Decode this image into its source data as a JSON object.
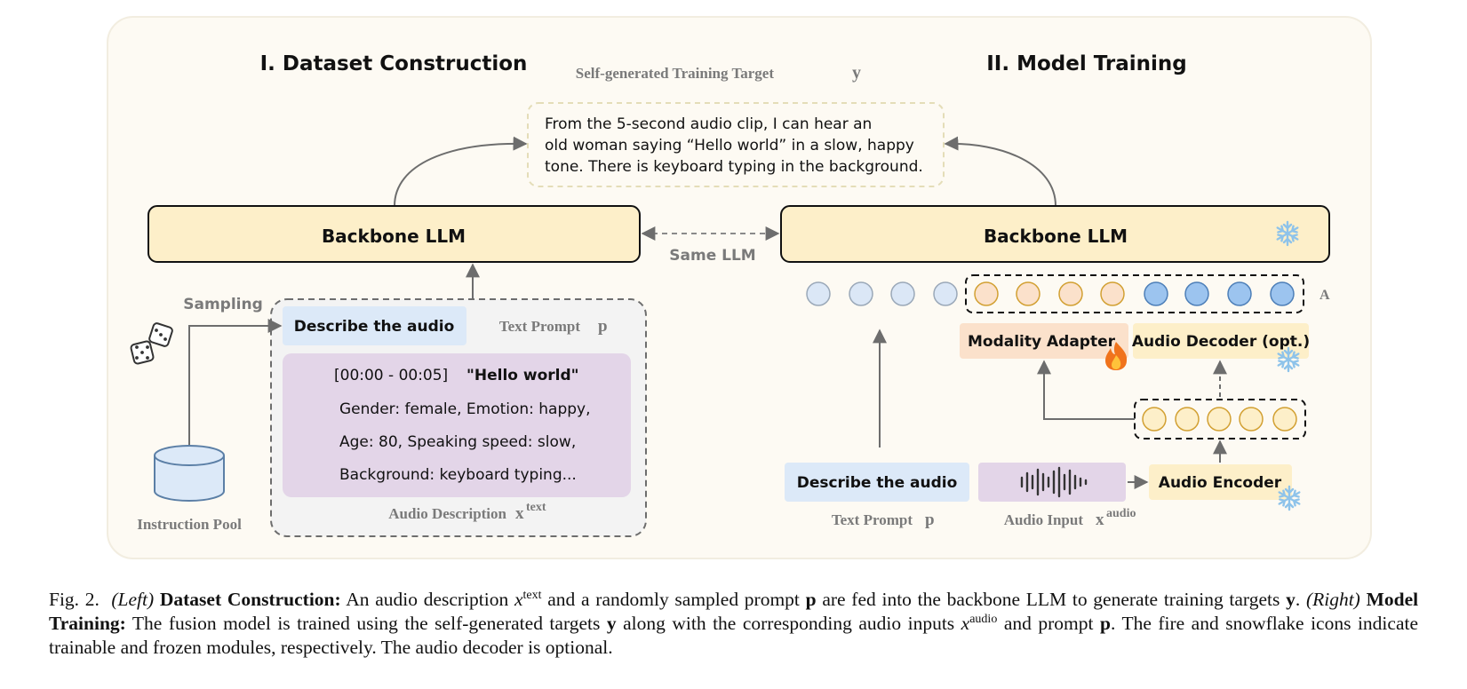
{
  "sections": {
    "left_title": "I. Dataset Construction",
    "right_title": "II. Model Training"
  },
  "target": {
    "label": "Self-generated Training Target",
    "symbol": "y",
    "lines": [
      "From the 5-second audio clip, I can hear an",
      "old woman saying “Hello world” in a slow, happy",
      "tone. There is keyboard typing in the background."
    ]
  },
  "left": {
    "backbone_label": "Backbone LLM",
    "same_llm_label": "Same LLM",
    "sampling_label": "Sampling",
    "instruction_pool_label": "Instruction Pool",
    "prompt_chip": "Describe the audio",
    "text_prompt_label": "Text Prompt",
    "text_prompt_symbol": "p",
    "description": {
      "time": "[00:00 - 00:05]",
      "quote": "\"Hello world\"",
      "lines": [
        "Gender: female, Emotion: happy,",
        "Age: 80, Speaking speed: slow,",
        "Background: keyboard typing..."
      ]
    },
    "audio_description_label": "Audio Description",
    "audio_description_symbol": "x",
    "audio_description_sup": "text"
  },
  "right": {
    "backbone_label": "Backbone LLM",
    "token_label": "A",
    "modality_adapter_label": "Modality Adapter",
    "audio_decoder_label": "Audio Decoder (opt.)",
    "audio_encoder_label": "Audio Encoder",
    "prompt_chip": "Describe the audio",
    "text_prompt_label": "Text Prompt",
    "text_prompt_symbol": "p",
    "audio_input_label": "Audio Input",
    "audio_input_symbol": "x",
    "audio_input_sup": "audio"
  },
  "colors": {
    "panel_bg": "#fdfaf3",
    "backbone_fill": "#fdefc9",
    "prompt_chip_fill": "#dce9f8",
    "description_fill": "#e3d5e8",
    "adapter_fill": "#fbe1cb",
    "decoder_fill": "#fdefc9",
    "audio_input_fill": "#e3d5e8",
    "token_light_blue": "#dbe7f6",
    "token_orange": "#fbe1cb",
    "token_blue": "#9cc4ef",
    "token_yellow": "#fdefc9"
  },
  "icons": {
    "frozen": "snowflake-icon",
    "trainable": "fire-icon",
    "sampling": "dice-icon",
    "pool": "database-icon",
    "audio": "waveform-icon"
  },
  "caption": {
    "fig": "Fig. 2.",
    "left_tag": "(Left)",
    "left_heading": "Dataset Construction:",
    "left_text_1": "An audio description",
    "x": "x",
    "text_sup": "text",
    "left_text_2": "and a randomly sampled prompt",
    "p": "p",
    "left_text_3": "are fed into the backbone LLM to generate training targets",
    "y": "y",
    "right_tag": "(Right)",
    "right_heading": "Model Training:",
    "right_text_1": "The fusion model is trained using the self-generated targets",
    "right_text_2": "along with the corresponding audio inputs",
    "audio_sup": "audio",
    "right_text_3": "and prompt",
    "final_text": "The fire and snowflake icons indicate trainable and frozen modules, respectively. The audio decoder is optional."
  }
}
